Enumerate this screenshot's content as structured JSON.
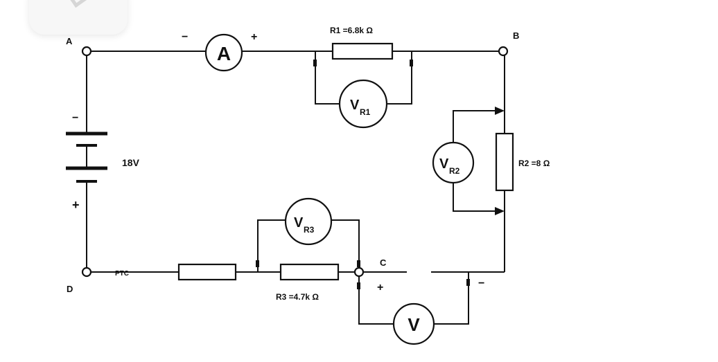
{
  "nodes": {
    "a": "A",
    "b": "B",
    "c": "C",
    "d": "D"
  },
  "meters": {
    "ammeter": "A",
    "voltmeter": "V",
    "vr1": "V",
    "vr1_sub": "R1",
    "vr2": "V",
    "vr2_sub": "R2",
    "vr3": "V",
    "vr3_sub": "R3"
  },
  "labels": {
    "r1": "R1 =6.8k Ω",
    "r2": "R2 =8 Ω",
    "r3": "R3 =4.7k Ω",
    "battery": "18V",
    "load_tag": "PTC",
    "minus": "−",
    "plus": "+"
  },
  "colors": {
    "line": "#111111",
    "background": "#ffffff"
  }
}
